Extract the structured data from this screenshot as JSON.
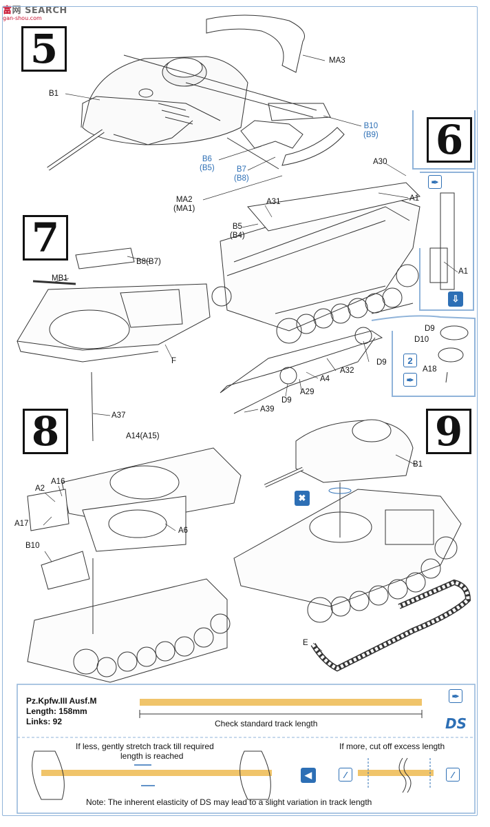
{
  "watermark": {
    "brand_a": "富",
    "brand_b": "网",
    "search": "SEARCH",
    "sub": "gan-shou.com"
  },
  "steps": {
    "s5": "5",
    "s6": "6",
    "s7": "7",
    "s8": "8",
    "s9": "9"
  },
  "labels": {
    "ma3": "MA3",
    "b1_top": "B1",
    "b10": "B10",
    "b9": "(B9)",
    "b6": "B6",
    "b5p": "(B5)",
    "b7": "B7",
    "b8p": "(B8)",
    "ma2": "MA2",
    "ma1p": "(MA1)",
    "a30": "A30",
    "a1": "A1",
    "a31": "A31",
    "b5": "B5",
    "b4p": "(B4)",
    "b8b7": "B8(B7)",
    "mb1": "MB1",
    "f": "F",
    "a1_inset": "A1",
    "d9_inset": "D9",
    "d10": "D10",
    "a18": "A18",
    "d9_r": "D9",
    "a32": "A32",
    "a4": "A4",
    "d9_l": "D9",
    "a29": "A29",
    "a39": "A39",
    "a37": "A37",
    "a14": "A14(A15)",
    "a16": "A16",
    "a2": "A2",
    "a17": "A17",
    "a6": "A6",
    "b10_8": "B10",
    "b1_9": "B1",
    "e": "E"
  },
  "track": {
    "model": "Pz.Kpfw.III Ausf.M",
    "length": "Length: 158mm",
    "links": "Links: 92",
    "check": "Check standard track length",
    "if_less": "If less, gently stretch track till required",
    "if_less_2": "length is reached",
    "if_more": "If more, cut off excess length",
    "note": "Note: The inherent elasticity of DS may lead to a slight variation in track length",
    "ds": "DS"
  },
  "colors": {
    "accent": "#2d6fb5",
    "track": "#f0c46a",
    "frame": "#8fb3d9"
  }
}
